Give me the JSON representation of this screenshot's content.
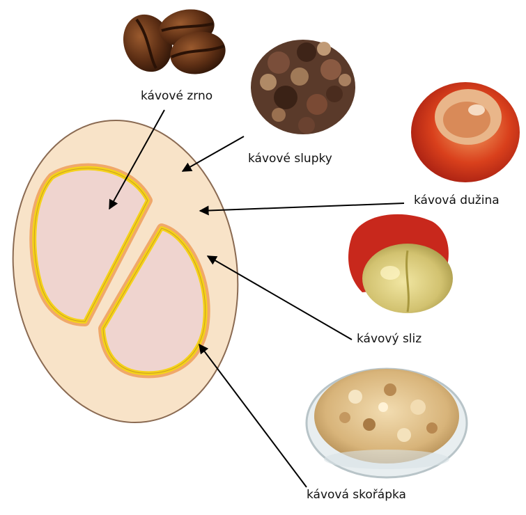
{
  "labels": {
    "bean": "kávové zrno",
    "husks": "kávové slupky",
    "pulp": "kávová dužina",
    "mucilage": "kávový sliz",
    "parchment": "kávová skořápka"
  },
  "colors": {
    "pulp_fill": "#f8e3c8",
    "outline": "#8a6a52",
    "silverskin": "#f0a86a",
    "parchment_yellow": "#f5d21a",
    "bean_fill": "#efd4cf",
    "arrow": "#000000"
  }
}
